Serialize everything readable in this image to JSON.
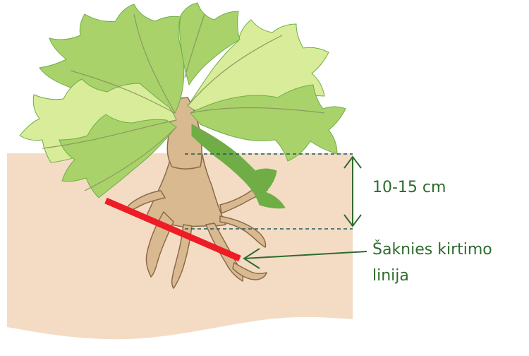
{
  "labels": {
    "depth": "10-15 cm",
    "cut_line_1": "Šaknies kirtimo",
    "cut_line_2": "linija"
  },
  "colors": {
    "soil": "#f4dcc4",
    "leaf_light": "#d8ec9a",
    "leaf_mid": "#a9d26a",
    "leaf_dark": "#6fae45",
    "vein": "#8a9a60",
    "root": "#d9b98f",
    "root_outline": "#8a6a4a",
    "cut_line": "#ee1c25",
    "depth_marker": "#1f5a5a",
    "annotation_text": "#2e6b2e",
    "arrow": "#2e6b2e"
  },
  "icons": {
    "plant": "rhubarb-plant-icon",
    "cut_arrow": "left-arrow-icon",
    "depth_arrow": "double-headed-vertical-arrow-icon"
  }
}
